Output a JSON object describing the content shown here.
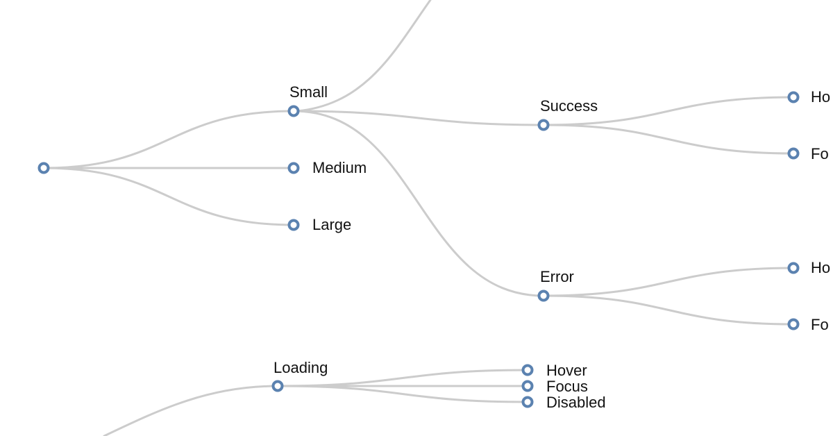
{
  "tree": {
    "link_color": "#cccccc",
    "node_stroke_color": "#5b82b0",
    "node_fill_color": "#ffffff",
    "label_color": "#111111",
    "nodes": [
      {
        "id": "root",
        "label": ""
      },
      {
        "id": "small",
        "label": "Small"
      },
      {
        "id": "medium",
        "label": "Medium"
      },
      {
        "id": "large",
        "label": "Large"
      },
      {
        "id": "success",
        "label": "Success"
      },
      {
        "id": "error",
        "label": "Error"
      },
      {
        "id": "success-hover",
        "label": "Ho"
      },
      {
        "id": "success-focus",
        "label": "Fo"
      },
      {
        "id": "error-hover",
        "label": "Ho"
      },
      {
        "id": "error-focus",
        "label": "Fo"
      },
      {
        "id": "loading",
        "label": "Loading"
      },
      {
        "id": "loading-hover",
        "label": "Hover"
      },
      {
        "id": "loading-focus",
        "label": "Focus"
      },
      {
        "id": "loading-disabled",
        "label": "Disabled"
      }
    ],
    "links": [
      {
        "source": "root",
        "target": "small"
      },
      {
        "source": "root",
        "target": "medium"
      },
      {
        "source": "root",
        "target": "large"
      },
      {
        "source": "small",
        "target": "success"
      },
      {
        "source": "small",
        "target": "error"
      },
      {
        "source": "success",
        "target": "success-hover"
      },
      {
        "source": "success",
        "target": "success-focus"
      },
      {
        "source": "error",
        "target": "error-hover"
      },
      {
        "source": "error",
        "target": "error-focus"
      },
      {
        "source": "loading",
        "target": "loading-hover"
      },
      {
        "source": "loading",
        "target": "loading-focus"
      },
      {
        "source": "loading",
        "target": "loading-disabled"
      }
    ]
  }
}
